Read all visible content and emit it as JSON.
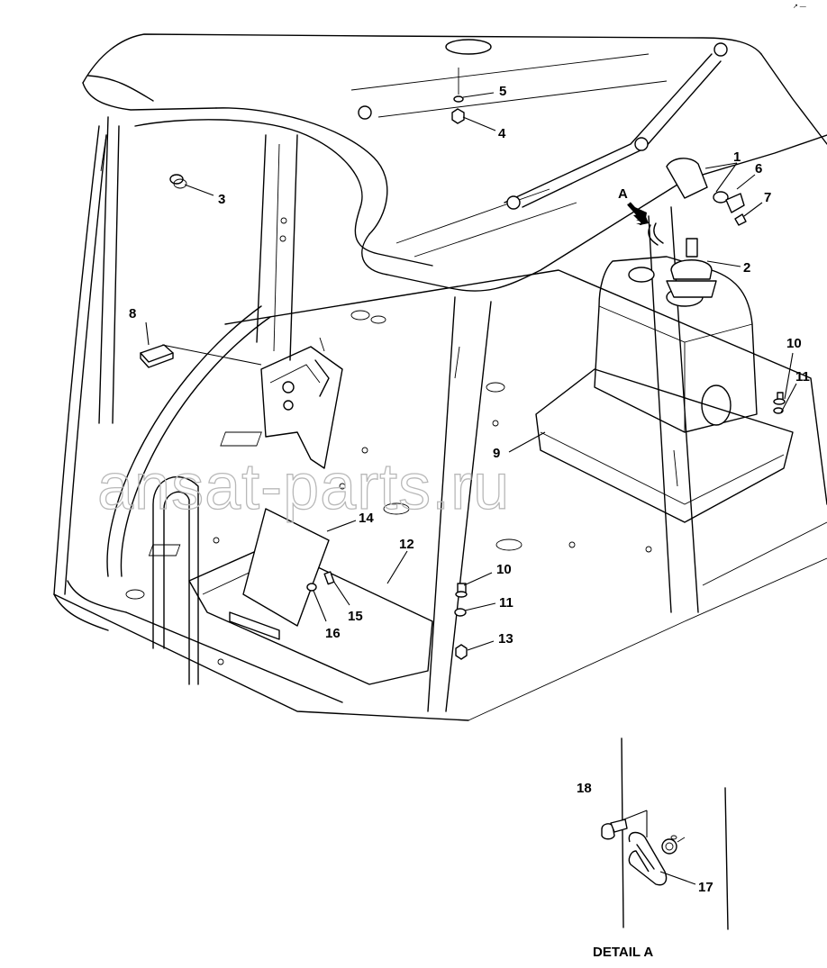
{
  "corner_mark": "↗ —",
  "watermark": "ansat-parts.ru",
  "detail_caption": "DETAIL A",
  "detail_arrow_label": "A",
  "callouts": [
    {
      "id": "c1",
      "label": "1"
    },
    {
      "id": "c2",
      "label": "2"
    },
    {
      "id": "c3",
      "label": "3"
    },
    {
      "id": "c4",
      "label": "4"
    },
    {
      "id": "c5",
      "label": "5"
    },
    {
      "id": "c6",
      "label": "6"
    },
    {
      "id": "c7",
      "label": "7"
    },
    {
      "id": "c8",
      "label": "8"
    },
    {
      "id": "c9",
      "label": "9"
    },
    {
      "id": "c10a",
      "label": "10"
    },
    {
      "id": "c11a",
      "label": "11"
    },
    {
      "id": "c10b",
      "label": "10"
    },
    {
      "id": "c11b",
      "label": "11"
    },
    {
      "id": "c12",
      "label": "12"
    },
    {
      "id": "c13",
      "label": "13"
    },
    {
      "id": "c14",
      "label": "14"
    },
    {
      "id": "c15",
      "label": "15"
    },
    {
      "id": "c16",
      "label": "16"
    },
    {
      "id": "c17",
      "label": "17"
    },
    {
      "id": "c18",
      "label": "18"
    }
  ]
}
